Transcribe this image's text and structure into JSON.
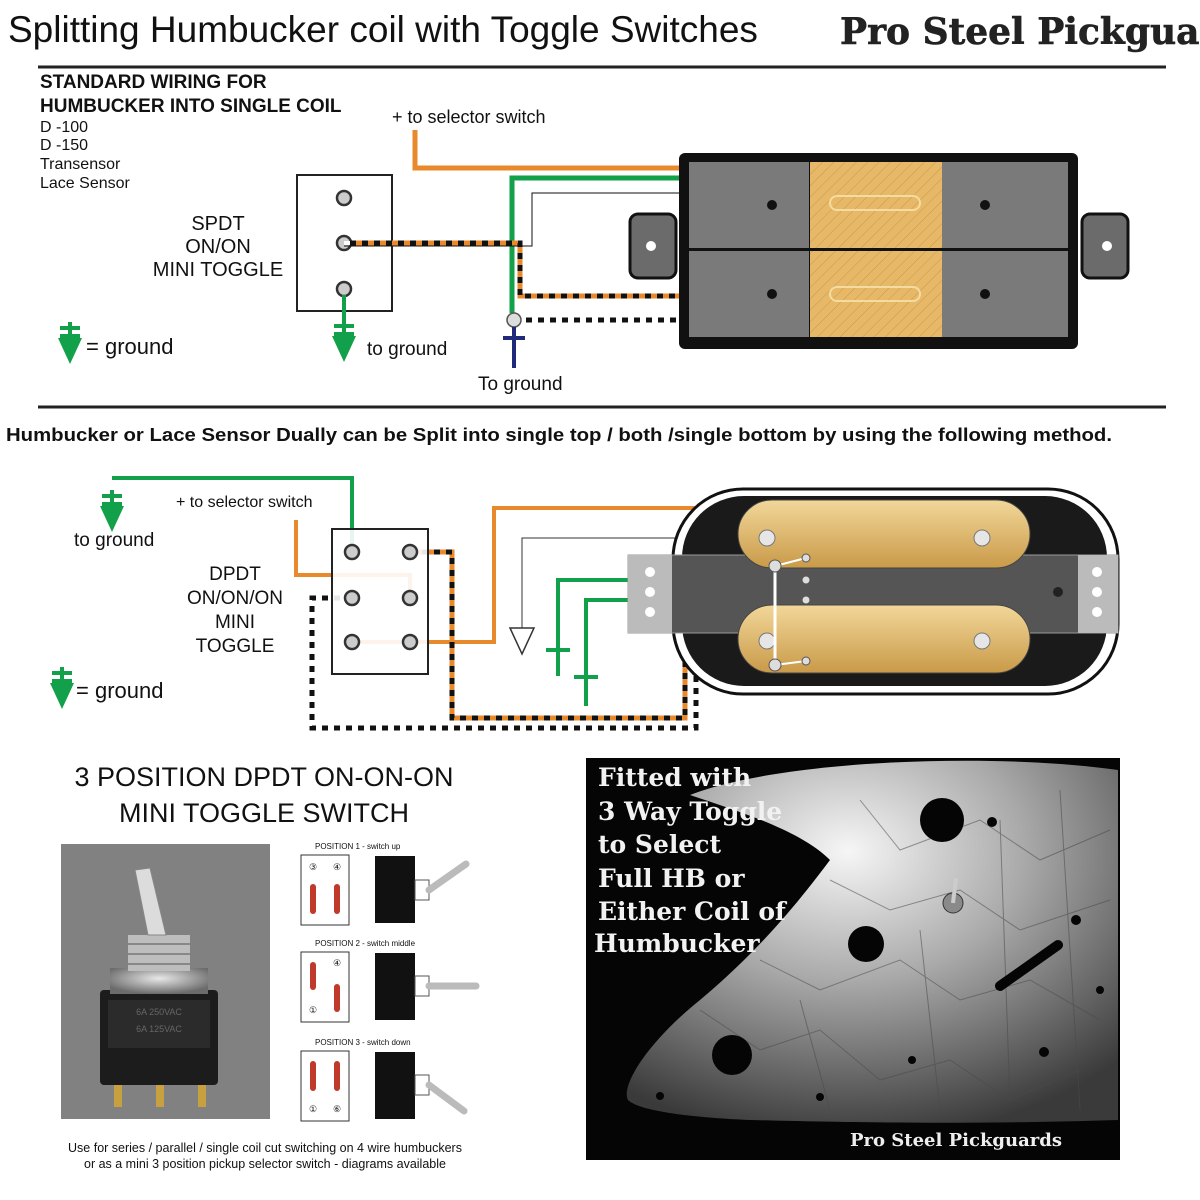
{
  "title": "Splitting Humbucker coil with Toggle Switches",
  "brand": "Pro Steel Pickguards",
  "section1": {
    "heading_line1": "STANDARD WIRING FOR",
    "heading_line2": "HUMBUCKER INTO SINGLE COIL",
    "models": [
      "D -100",
      "D -150",
      "Transensor",
      "Lace Sensor"
    ],
    "switch_label": [
      "SPDT",
      "ON/ON",
      "MINI TOGGLE"
    ],
    "to_selector": "+ to selector switch",
    "ground_legend": "= ground",
    "to_ground": "to ground",
    "to_ground_2": "To ground"
  },
  "section2": {
    "intro": "Humbucker or Lace Sensor Dually can be Split into single top / both /single bottom by using the following method.",
    "to_selector": "+ to selector switch",
    "to_ground": "to ground",
    "switch_label": [
      "DPDT",
      "ON/ON/ON",
      "MINI",
      "TOGGLE"
    ],
    "ground_legend": "= ground"
  },
  "section3": {
    "title_line1": "3 POSITION DPDT ON-ON-ON",
    "title_line2": "MINI TOGGLE SWITCH",
    "positions": [
      "POSITION 1 - switch up",
      "POSITION 2 - switch middle",
      "POSITION 3 - switch down"
    ],
    "terminal_numbers": [
      "③",
      "④",
      "①",
      "⑥"
    ],
    "toggle_body_text": [
      "6A 250VAC",
      "6A 125VAC"
    ],
    "footer_line1": "Use for series / parallel / single coil cut switching on 4 wire humbuckers",
    "footer_line2": "or as a mini 3 position pickup selector switch - diagrams available"
  },
  "photo": {
    "caption": [
      "Fitted with",
      "3 Way Toggle",
      "to Select",
      "Full HB or",
      "Either  Coil of",
      "Humbucker"
    ],
    "watermark": "Pro Steel Pickguards"
  },
  "colors": {
    "orange": "#e8892c",
    "green": "#12a04a",
    "navy": "#1f2a7a",
    "gold": "#e3b865",
    "pickup_grey": "#6b6b6b"
  }
}
